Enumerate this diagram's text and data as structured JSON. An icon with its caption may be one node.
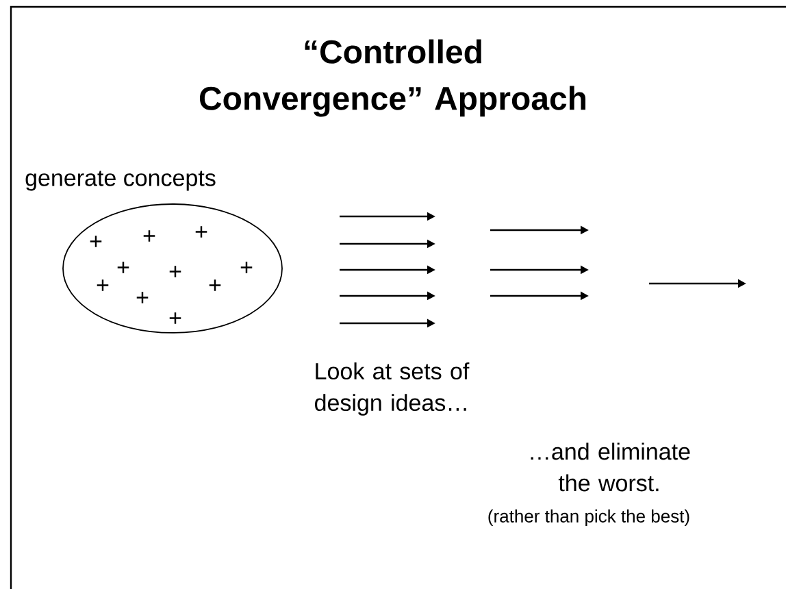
{
  "diagram": {
    "title": "“Controlled Convergence” Approach",
    "nodes": [
      {
        "text": [],
        "shape": "ellipse"
      }
    ],
    "labels": [
      "generate concepts",
      "+",
      "+",
      "+",
      "+",
      "+",
      "+",
      "+",
      "+",
      "+",
      "+",
      "Look at sets of design ideas…",
      "…and eliminate the worst.",
      "(rather than pick the best)"
    ]
  }
}
